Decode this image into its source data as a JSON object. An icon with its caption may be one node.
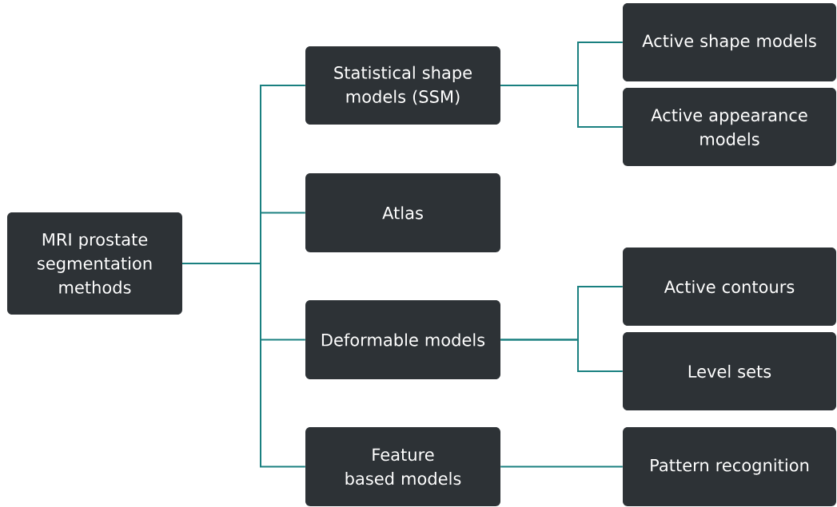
{
  "diagram": {
    "nodes": [
      {
        "text": [
          "MRI prostate segmentation methods"
        ]
      },
      {
        "text": [
          "Statistical shape models (SSM)"
        ]
      },
      {
        "text": [
          "Atlas"
        ]
      },
      {
        "text": [
          "Deformable models"
        ]
      },
      {
        "text": [
          "Feature based models"
        ]
      },
      {
        "text": [
          "Active shape models"
        ]
      },
      {
        "text": [
          "Active appearance models"
        ]
      },
      {
        "text": [
          "Active contours"
        ]
      },
      {
        "text": [
          "Level sets"
        ]
      },
      {
        "text": [
          "Pattern recognition"
        ]
      }
    ],
    "edges": [
      {
        "from": 0,
        "to": 1,
        "arrow": "none"
      },
      {
        "from": 0,
        "to": 2,
        "arrow": "none"
      },
      {
        "from": 0,
        "to": 3,
        "arrow": "none"
      },
      {
        "from": 0,
        "to": 4,
        "arrow": "none"
      },
      {
        "from": 1,
        "to": 5,
        "arrow": "none"
      },
      {
        "from": 1,
        "to": 6,
        "arrow": "none"
      },
      {
        "from": 3,
        "to": 7,
        "arrow": "none"
      },
      {
        "from": 3,
        "to": 8,
        "arrow": "none"
      },
      {
        "from": 4,
        "to": 9,
        "arrow": "none"
      }
    ]
  }
}
